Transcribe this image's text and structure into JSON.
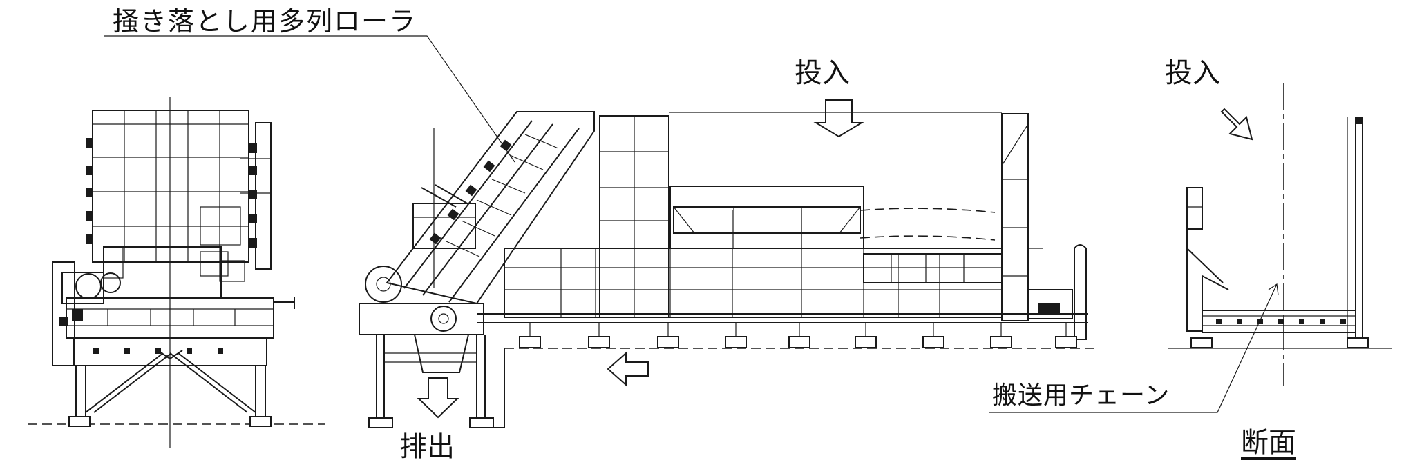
{
  "labels": {
    "roller": "掻き落とし用多列ローラ",
    "input_main": "投入",
    "input_section": "投入",
    "chain": "搬送用チェーン",
    "discharge": "排出",
    "section": "断面"
  }
}
